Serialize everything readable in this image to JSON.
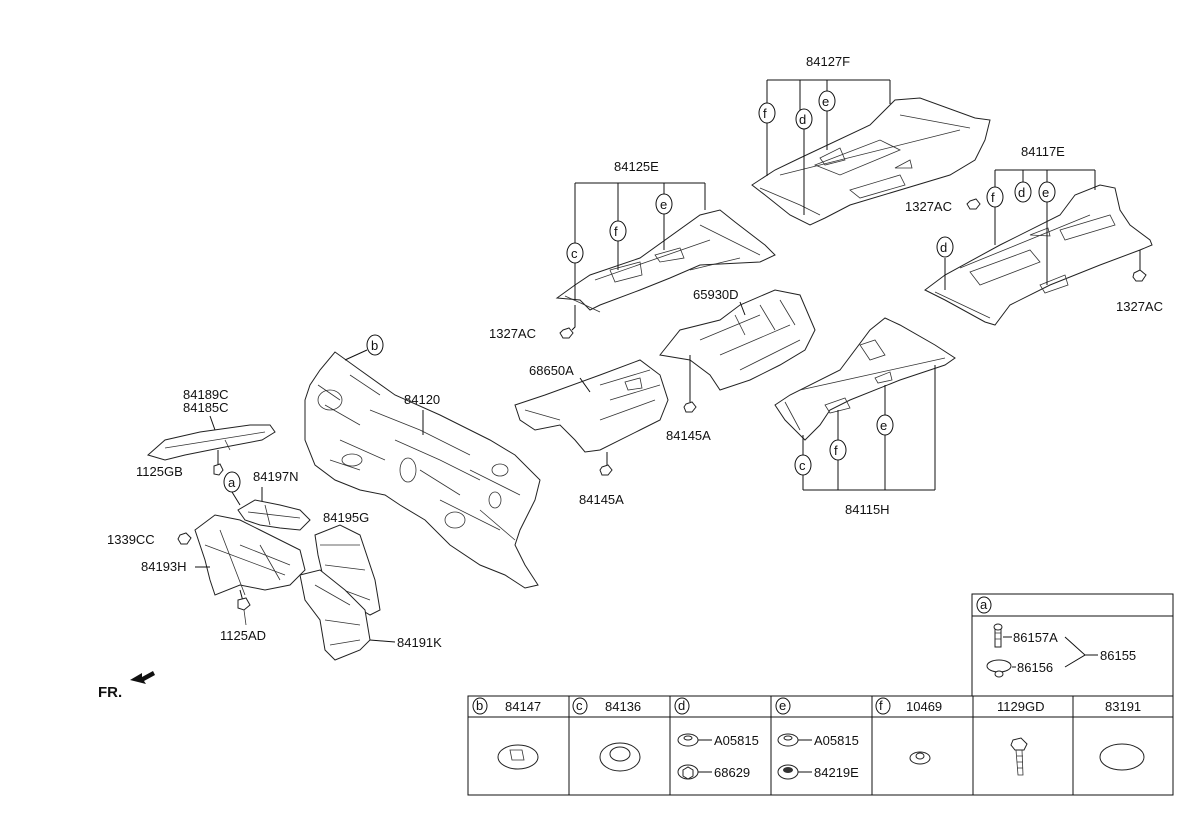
{
  "callouts": {
    "p84127F": "84127F",
    "p84125E": "84125E",
    "p84117E": "84117E",
    "p1327AC_a": "1327AC",
    "p1327AC_b": "1327AC",
    "p1327AC_c": "1327AC",
    "p65930D": "65930D",
    "p68650A": "68650A",
    "p84145A_a": "84145A",
    "p84145A_b": "84145A",
    "p84120": "84120",
    "p84189C": "84189C",
    "p84185C": "84185C",
    "p1125GB": "1125GB",
    "p84197N": "84197N",
    "p84195G": "84195G",
    "p1339CC": "1339CC",
    "p84193H": "84193H",
    "p1125AD": "1125AD",
    "p84191K": "84191K",
    "p84115H": "84115H"
  },
  "letters": {
    "a": "a",
    "b": "b",
    "c": "c",
    "d": "d",
    "e": "e",
    "f": "f"
  },
  "front_label": "FR.",
  "detail_a": {
    "letter": "a",
    "p86157A": "86157A",
    "p86156": "86156",
    "p86155": "86155"
  },
  "table": {
    "cells": [
      {
        "letter": "b",
        "part": "84147"
      },
      {
        "letter": "c",
        "part": "84136"
      },
      {
        "letter": "d",
        "part": "",
        "sub1": "A05815",
        "sub2": "68629"
      },
      {
        "letter": "e",
        "part": "",
        "sub1": "A05815",
        "sub2": "84219E"
      },
      {
        "letter": "f",
        "part": "10469"
      },
      {
        "letter": "",
        "part": "1129GD"
      },
      {
        "letter": "",
        "part": "83191"
      }
    ]
  }
}
